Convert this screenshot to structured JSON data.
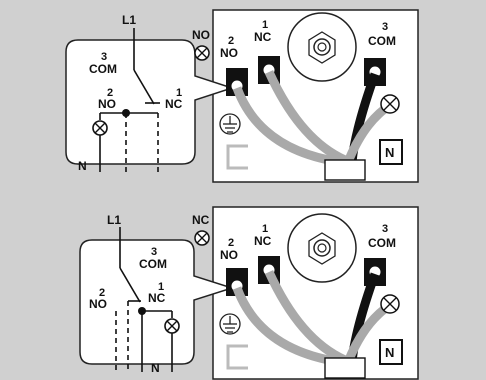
{
  "panels": [
    {
      "id": "top",
      "labels": {
        "l1": "L1",
        "n": "N",
        "com_num": "3",
        "com": "COM",
        "no_num": "2",
        "no": "NO",
        "nc_num": "1",
        "nc": "NC",
        "lamp_side": "NO",
        "term_no_num": "2",
        "term_no": "NO",
        "term_nc_num": "1",
        "term_nc": "NC",
        "term_com_num": "3",
        "term_com": "COM",
        "term_n": "N"
      }
    },
    {
      "id": "bottom",
      "labels": {
        "l1": "L1",
        "n": "N",
        "com_num": "3",
        "com": "COM",
        "no_num": "2",
        "no": "NO",
        "nc_num": "1",
        "nc": "NC",
        "lamp_side": "NC",
        "term_no_num": "2",
        "term_no": "NO",
        "term_nc_num": "1",
        "term_nc": "NC",
        "term_com_num": "3",
        "term_com": "COM",
        "term_n": "N"
      }
    }
  ],
  "colors": {
    "background": "#d0d0d0",
    "panel": "#ffffff",
    "wire_gray": "#a9a9a9",
    "terminal": "#111111"
  }
}
